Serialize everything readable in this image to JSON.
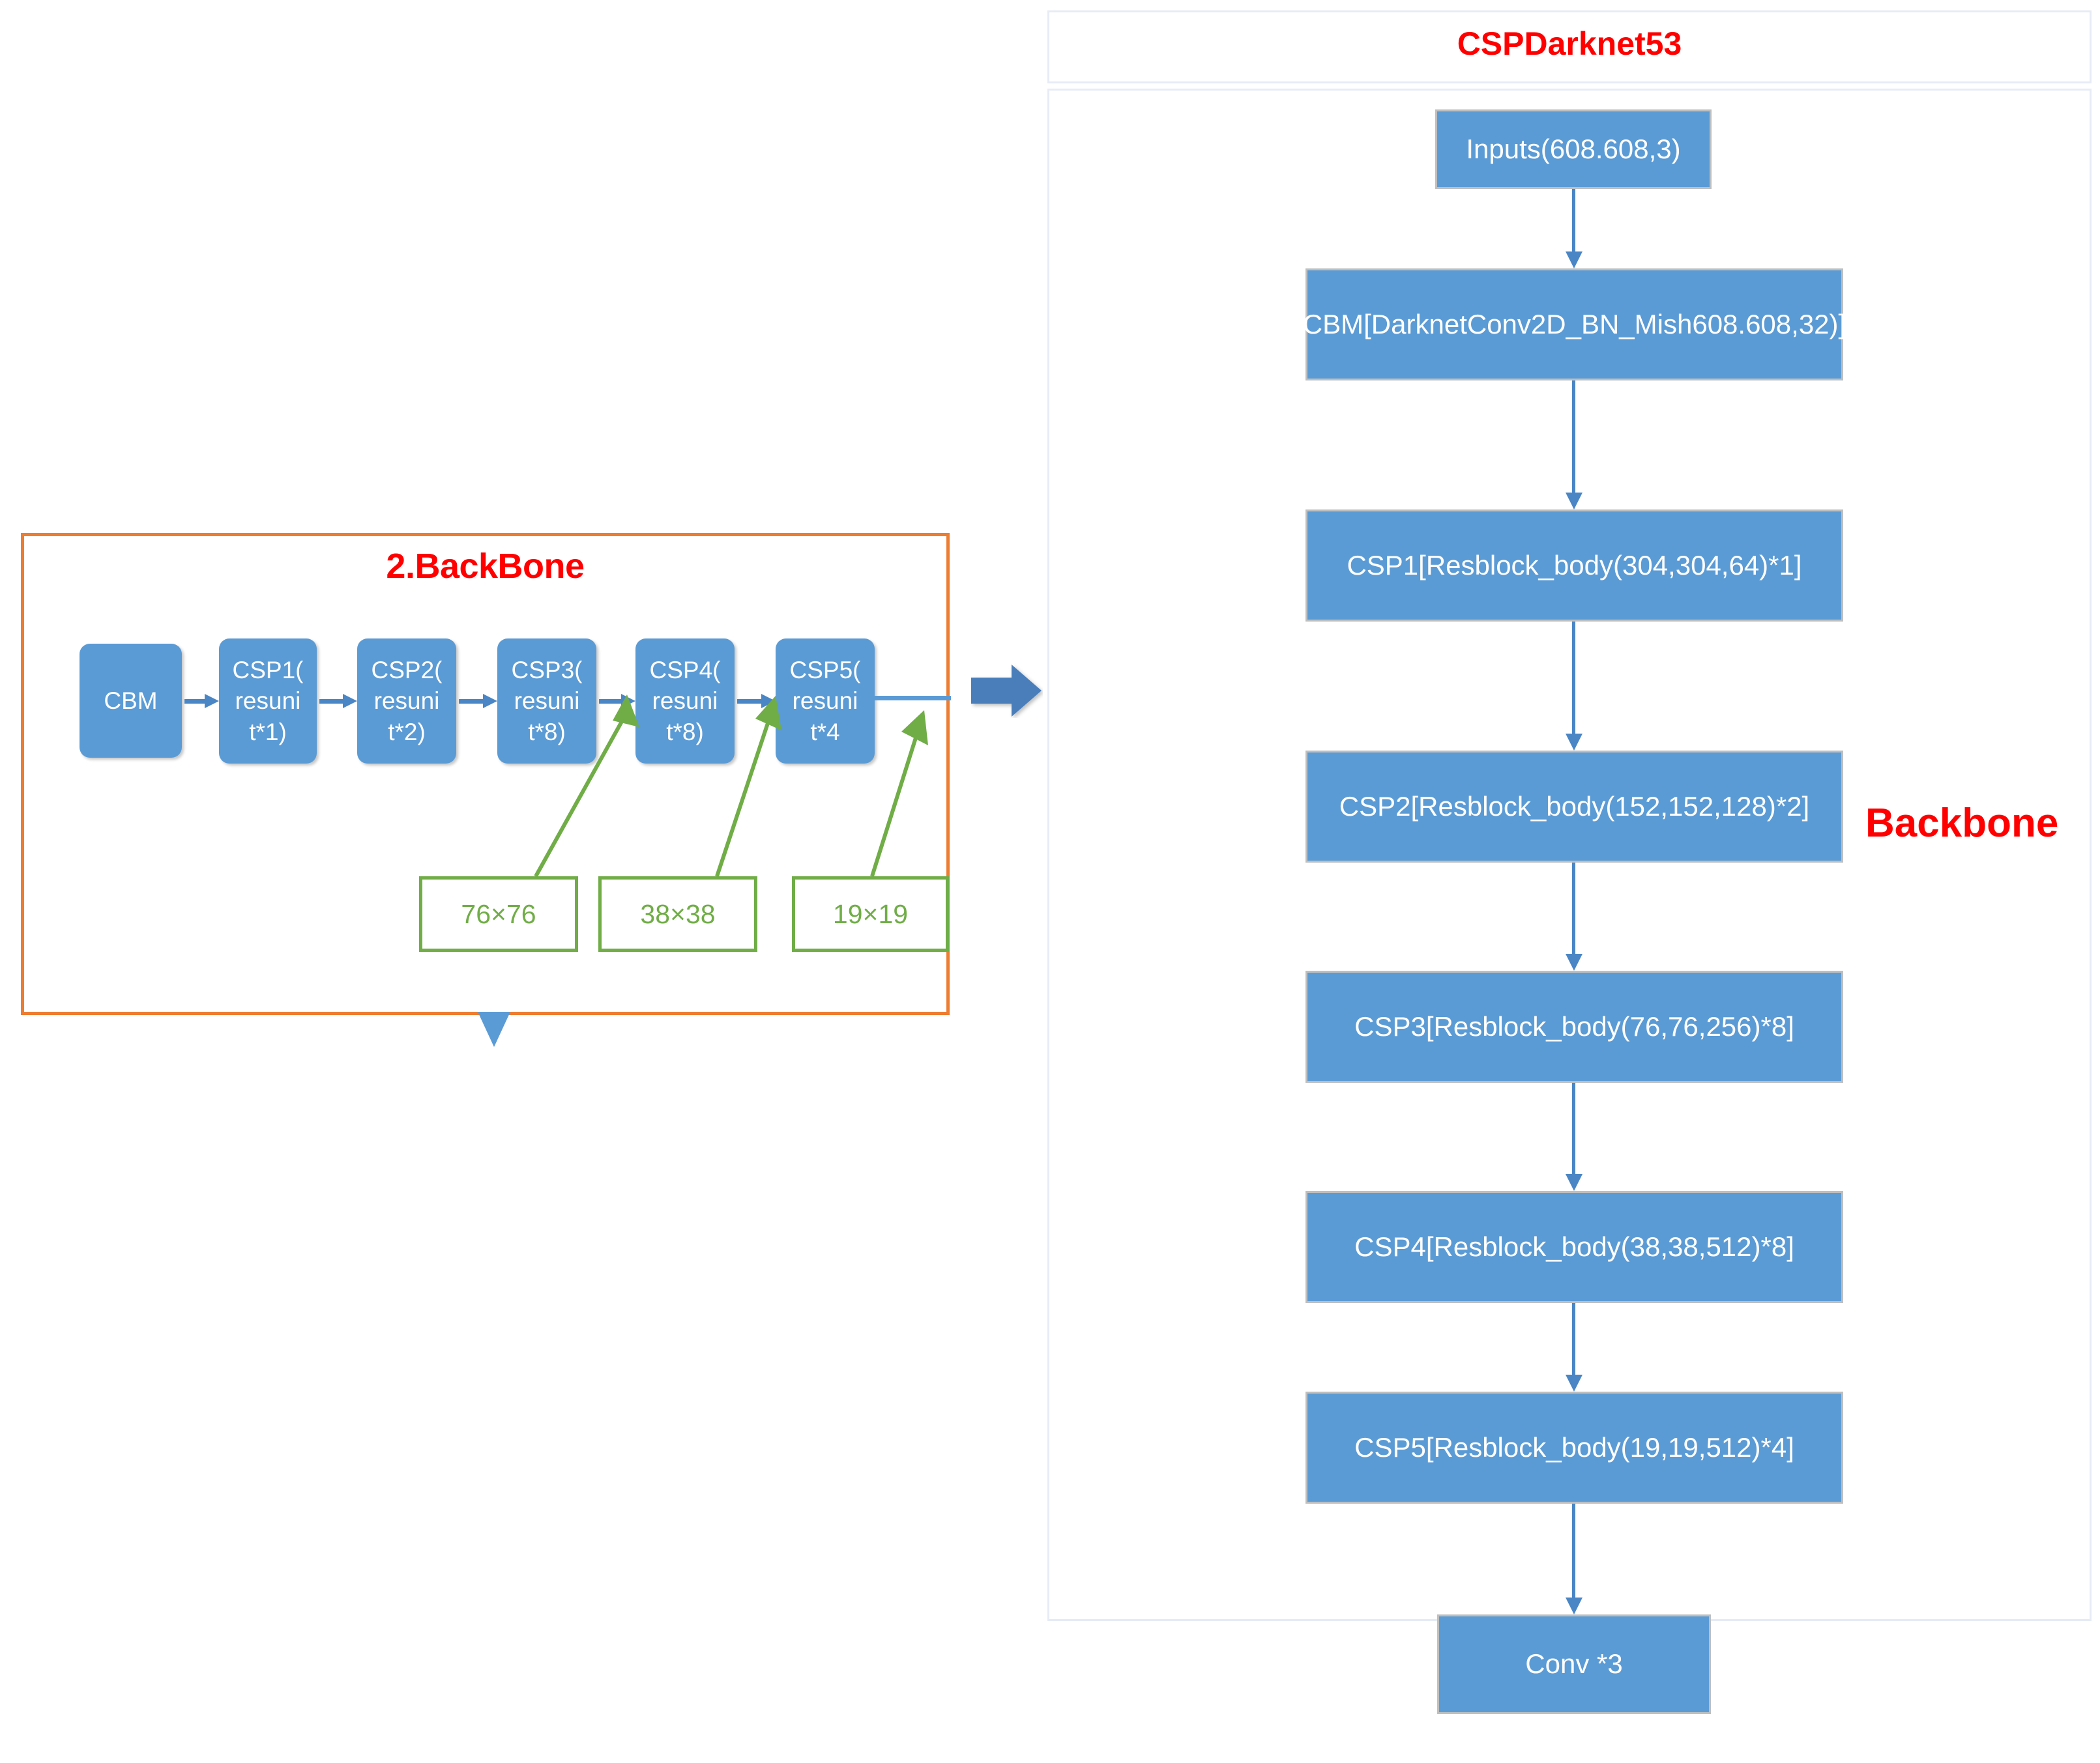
{
  "left_panel": {
    "title": "2.BackBone",
    "border_color": "#ED7D31",
    "title_color": "#FF0000",
    "blocks": [
      {
        "label": "CBM"
      },
      {
        "label": "CSP1(\nresuni\nt*1)"
      },
      {
        "label": "CSP2(\nresuni\nt*2)"
      },
      {
        "label": "CSP3(\nresuni\nt*8)"
      },
      {
        "label": "CSP4(\nresuni\nt*8)"
      },
      {
        "label": "CSP5(\nresuni\nt*4"
      }
    ],
    "scale_boxes": [
      {
        "label": "76×76"
      },
      {
        "label": "38×38"
      },
      {
        "label": "19×19"
      }
    ],
    "scale_box_color": "#70AD47"
  },
  "right_panel": {
    "title": "CSPDarknet53",
    "title_color": "#FF0000",
    "side_label": "Backbone",
    "side_label_color": "#FF0000",
    "box_color": "#5B9BD5",
    "nodes": [
      {
        "label": "Inputs(608.608,3)"
      },
      {
        "label": "CBM[DarknetConv2D_BN_Mish608.608,32)]"
      },
      {
        "label": "CSP1[Resblock_body(304,304,64)*1]"
      },
      {
        "label": "CSP2[Resblock_body(152,152,128)*2]"
      },
      {
        "label": "CSP3[Resblock_body(76,76,256)*8]"
      },
      {
        "label": "CSP4[Resblock_body(38,38,512)*8]"
      },
      {
        "label": "CSP5[Resblock_body(19,19,512)*4]"
      },
      {
        "label": "Conv *3"
      }
    ]
  }
}
